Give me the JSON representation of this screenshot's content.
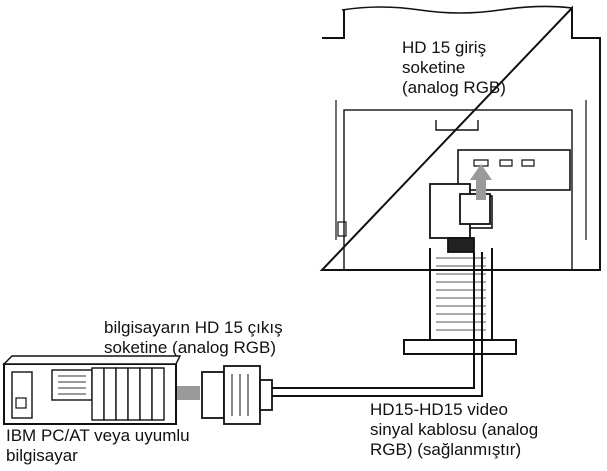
{
  "labels": {
    "monitor_input": "HD 15 giriş\nsoketine\n (analog RGB)",
    "computer_output": "bilgisayarın HD 15 çıkış\nsoketine (analog RGB)",
    "cable": "HD15-HD15 video\nsinyal kablosu (analog\nRGB) (sağlanmıştır)",
    "computer": "IBM PC/AT veya uyumlu\nbilgisayar"
  },
  "colors": {
    "line": "#111111",
    "shade": "#8a8a8a",
    "arrow": "#9a9a9a",
    "background": "#ffffff"
  }
}
